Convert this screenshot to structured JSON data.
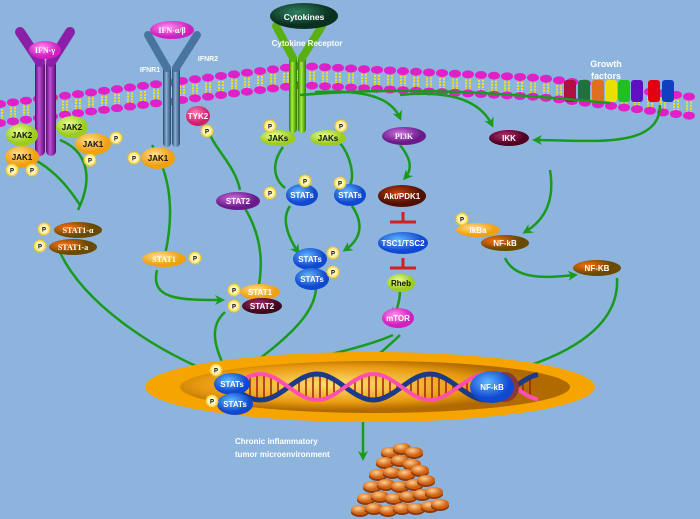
{
  "diagram": {
    "title": "Cytokine / JAK-STAT / PI3K / NF-kB signaling to chronic inflammatory tumor microenvironment",
    "colors": {
      "background": "#8cb4dd",
      "arrow": "#1a9a1a",
      "inhibit": "#d42020",
      "membrane_head": "#e020c8",
      "membrane_tail": "#f0e020",
      "nucleus": "#f6a400"
    },
    "ligands": {
      "ifn_gamma": "IFN-γ",
      "ifn_alpha_beta": "IFN-α/β",
      "cytokines": "Cytokines",
      "growth_factors_line1": "Growth",
      "growth_factors_line2": "factors"
    },
    "receptors": {
      "ifnr1": "IFNR1",
      "ifnr2": "IFNR2",
      "cytokine_receptor": "Cytokine Receptor"
    },
    "kinases": {
      "jak2_a": "JAK2",
      "jak1_a": "JAK1",
      "jak2_b": "JAK2",
      "jak1_b": "JAK1",
      "jak1_c": "JAK1",
      "tyk2": "TYK2",
      "jaks_left": "JAKs",
      "jaks_right": "JAKs"
    },
    "stats": {
      "stat1_alpha": "STAT1-α",
      "stat1_a": "STAT1-a",
      "stat1": "STAT1",
      "stat2": "STAT2",
      "stats_left": "STATs",
      "stats_right": "STATs",
      "stats_dimer_top": "STATs",
      "stats_dimer_bottom": "STATs",
      "heterodimer_stat1": "STAT1",
      "heterodimer_stat2": "STAT2",
      "nuclear_stats_top": "STATs",
      "nuclear_stats_bottom": "STATs"
    },
    "pi3k_pathway": {
      "pi3k": "PI3K",
      "akt": "Akt/PDK1",
      "tsc": "TSC1/TSC2",
      "rheb": "Rheb",
      "mtor": "mTOR"
    },
    "nfkb_pathway": {
      "ikk": "IKK",
      "ikba": "IkBa",
      "nfkb_complex": "NF-kB",
      "nfkb_free": "NF-KB",
      "nfkb_nuclear": "NF-kB"
    },
    "phospho_label": "P",
    "outcome": {
      "line1": "Chronic inflammatory",
      "line2": "tumor microenvironment"
    }
  }
}
